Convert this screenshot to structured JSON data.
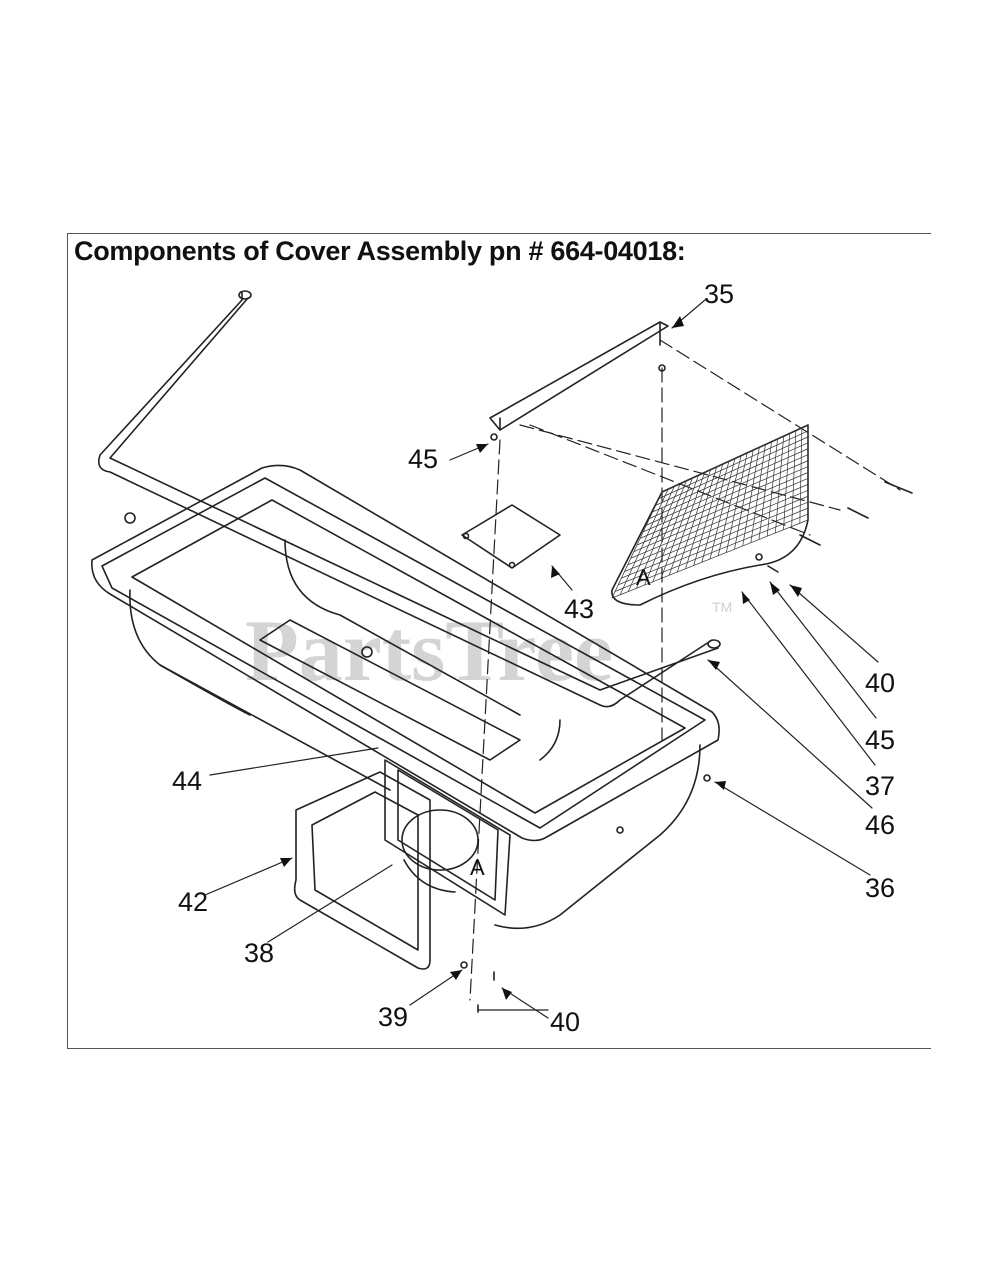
{
  "title": "Components of Cover Assembly pn # 664-04018:",
  "watermark": "PartsTree",
  "watermark_mark": "TM",
  "ref_letter": "A",
  "callouts": [
    {
      "id": "c35",
      "label": "35"
    },
    {
      "id": "c45a",
      "label": "45"
    },
    {
      "id": "c43",
      "label": "43"
    },
    {
      "id": "c40a",
      "label": "40"
    },
    {
      "id": "c45b",
      "label": "45"
    },
    {
      "id": "c37",
      "label": "37"
    },
    {
      "id": "c46",
      "label": "46"
    },
    {
      "id": "c36",
      "label": "36"
    },
    {
      "id": "c44",
      "label": "44"
    },
    {
      "id": "c42",
      "label": "42"
    },
    {
      "id": "c38",
      "label": "38"
    },
    {
      "id": "c39",
      "label": "39"
    },
    {
      "id": "c40b",
      "label": "40"
    }
  ]
}
